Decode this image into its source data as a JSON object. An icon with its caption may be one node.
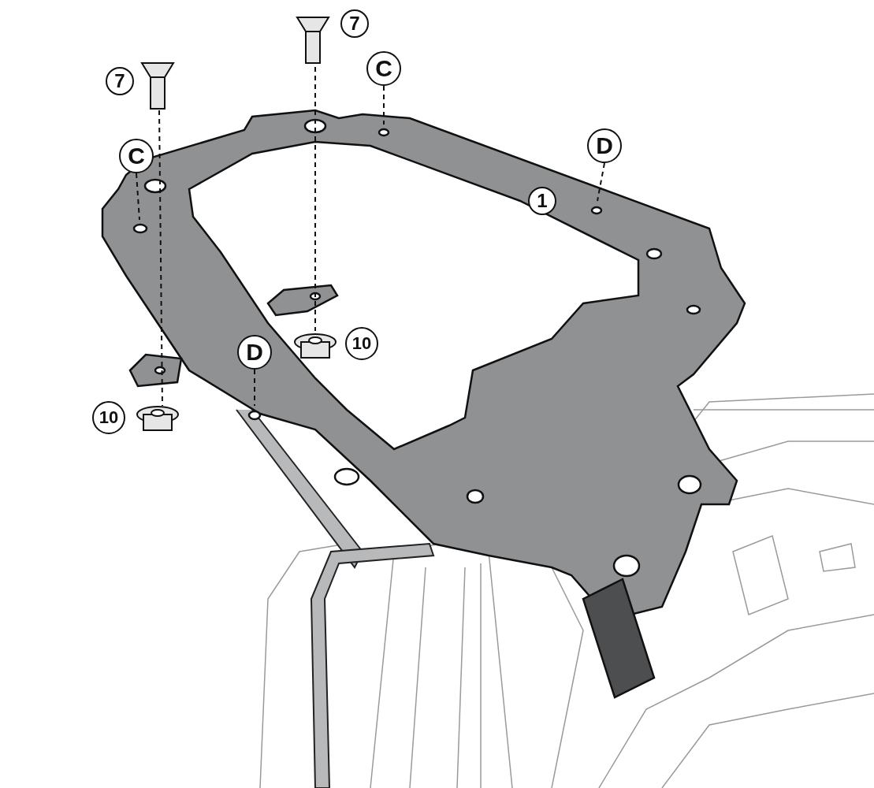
{
  "diagram": {
    "nodes": [
      {
        "text": [
          "7"
        ]
      },
      {
        "text": [
          "C"
        ]
      },
      {
        "text": [
          "7"
        ]
      },
      {
        "text": [
          "D"
        ]
      },
      {
        "text": [
          "C"
        ]
      },
      {
        "text": [
          "1"
        ]
      },
      {
        "text": [
          "10"
        ]
      },
      {
        "text": [
          "D"
        ]
      },
      {
        "text": [
          "10"
        ]
      }
    ],
    "edges": [
      {
        "from": 1,
        "to": null,
        "arrow": "none",
        "style": "dashed"
      },
      {
        "from": 3,
        "to": null,
        "arrow": "none",
        "style": "dashed"
      },
      {
        "from": 4,
        "to": null,
        "arrow": "none",
        "style": "dashed"
      },
      {
        "from": 7,
        "to": null,
        "arrow": "none",
        "style": "dashed"
      }
    ]
  }
}
